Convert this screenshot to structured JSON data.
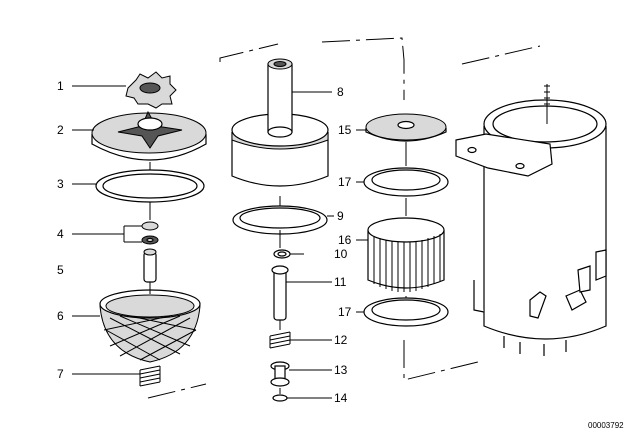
{
  "diagram": {
    "part_labels": [
      "1",
      "2",
      "3",
      "4",
      "5",
      "6",
      "7",
      "8",
      "9",
      "10",
      "11",
      "12",
      "13",
      "14",
      "15",
      "16",
      "17",
      "17"
    ],
    "drawing_code": "00003792"
  }
}
